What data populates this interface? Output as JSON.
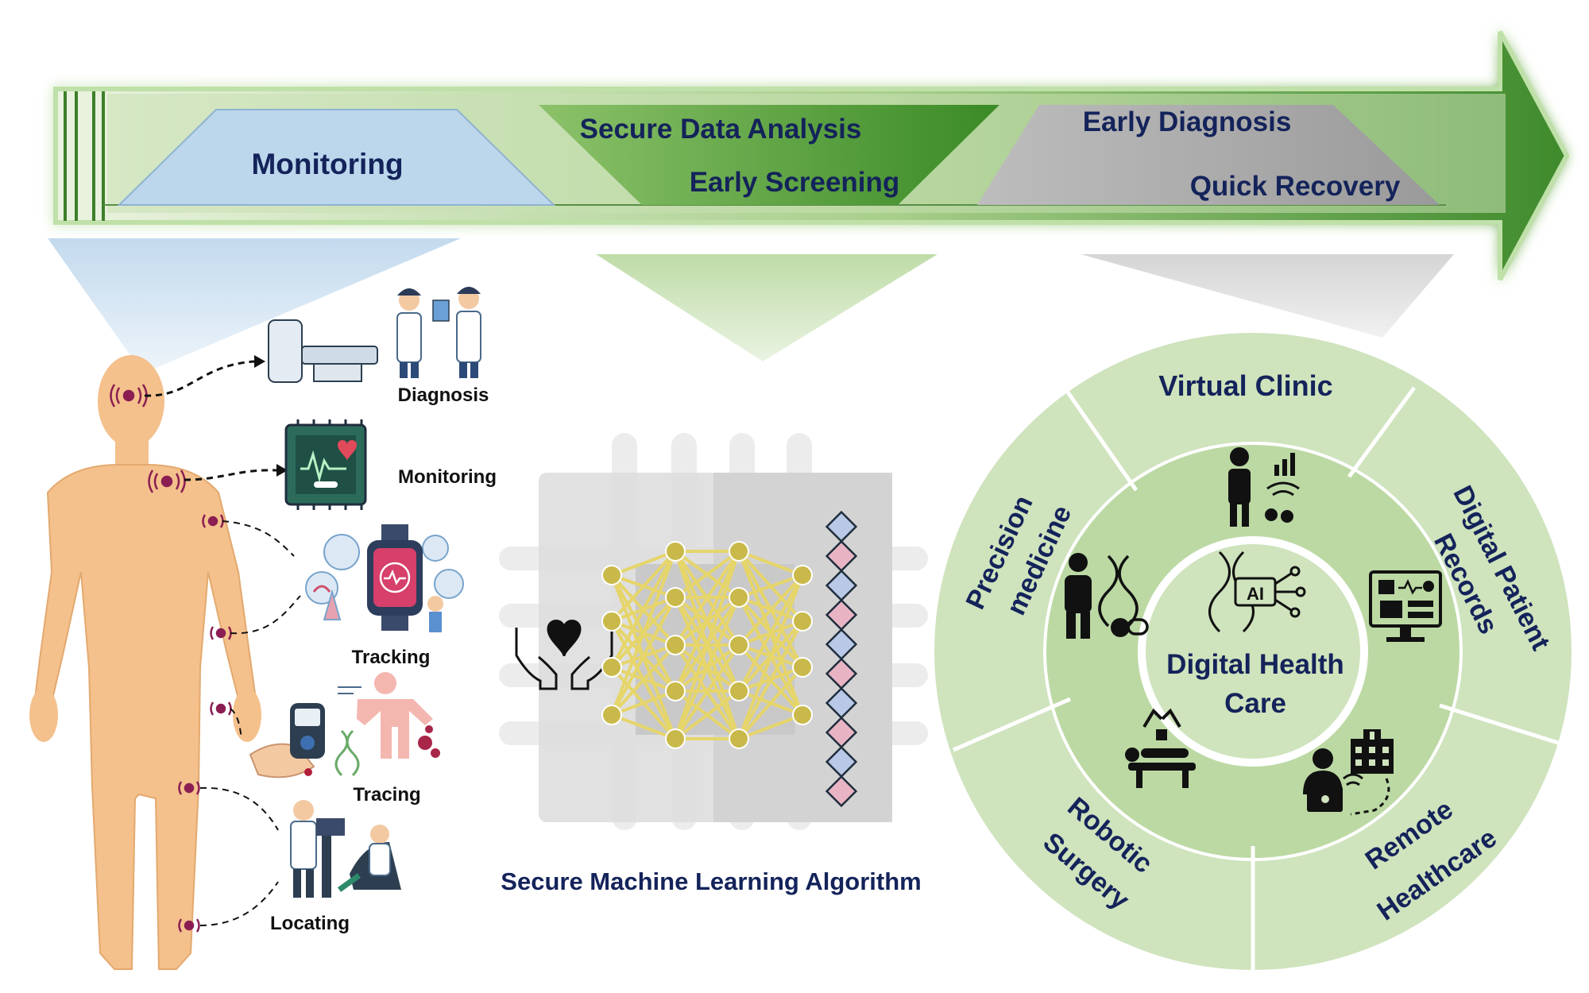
{
  "banner": {
    "stage1": {
      "label": "Monitoring"
    },
    "stage2": {
      "line1": "Secure Data Analysis",
      "line2": "Early Screening"
    },
    "stage3": {
      "line1": "Early Diagnosis",
      "line2": "Quick Recovery"
    }
  },
  "sensors": {
    "diagnosis": "Diagnosis",
    "monitoring": "Monitoring",
    "tracking": "Tracking",
    "tracing": "Tracing",
    "locating": "Locating"
  },
  "ml": {
    "caption": "Secure Machine Learning Algorithm",
    "chip_icon": "heart-in-hands-icon"
  },
  "wheel": {
    "center_line1": "Digital Health",
    "center_line2": "Care",
    "center_badge": "AI",
    "segments": {
      "virtual_clinic": "Virtual Clinic",
      "digital_records_1": "Digital Patient",
      "digital_records_2": "Records",
      "precision_1": "Precision",
      "precision_2": "medicine",
      "robotic_1": "Robotic",
      "robotic_2": "Surgery",
      "remote_1": "Remote",
      "remote_2": "Healthcare"
    }
  },
  "colors": {
    "navy": "#14235a",
    "light_green": "#cfe3bd",
    "mid_green": "#6fae4d",
    "dark_green": "#3e8a2c",
    "light_blue": "#bcd6ec",
    "gray": "#a9a9a9",
    "skin": "#f4c08c",
    "neural_yellow": "#e6d56a"
  }
}
